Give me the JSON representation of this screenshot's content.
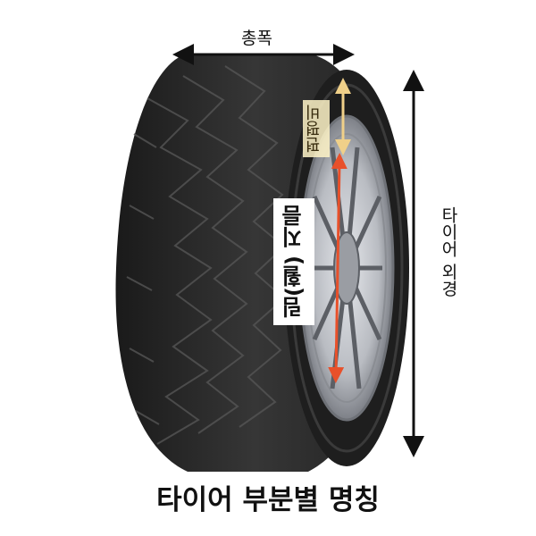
{
  "labels": {
    "total_width": "총폭",
    "outer_diameter": "타이어 외경",
    "aspect_ratio": "편평비",
    "rim_diameter": "림(휠) 지름"
  },
  "title": "타이어 부분별 명칭",
  "colors": {
    "tread": "#2b2b2b",
    "sidewall": "#1e1e1e",
    "wheel": "#b9bcc2",
    "black_arrow": "#111111",
    "aspect_arrow": "#f0d089",
    "rim_arrow": "#e8502a"
  }
}
